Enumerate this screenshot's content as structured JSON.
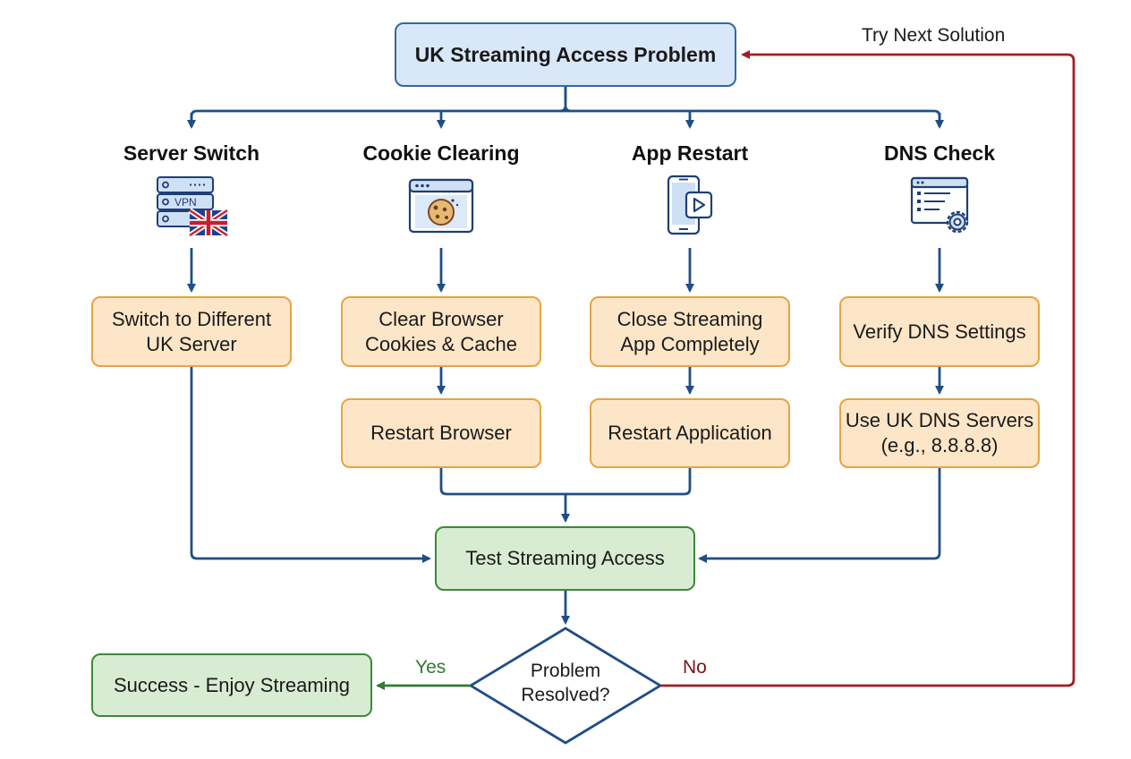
{
  "title": "UK Streaming Access Problem",
  "loop_label": "Try Next Solution",
  "branches": [
    {
      "heading": "Server Switch",
      "icon": "vpn-server-uk-flag-icon",
      "icon_text": "VPN",
      "steps": [
        [
          "Switch to Different",
          "UK Server"
        ]
      ]
    },
    {
      "heading": "Cookie Clearing",
      "icon": "browser-cookie-icon",
      "steps": [
        [
          "Clear Browser",
          "Cookies & Cache"
        ],
        [
          "Restart Browser"
        ]
      ]
    },
    {
      "heading": "App Restart",
      "icon": "mobile-play-icon",
      "steps": [
        [
          "Close Streaming",
          "App Completely"
        ],
        [
          "Restart Application"
        ]
      ]
    },
    {
      "heading": "DNS Check",
      "icon": "settings-list-gear-icon",
      "steps": [
        [
          "Verify DNS Settings"
        ],
        [
          "Use UK DNS Servers",
          "(e.g., 8.8.8.8)"
        ]
      ]
    }
  ],
  "test": "Test Streaming Access",
  "decision": [
    "Problem",
    "Resolved?"
  ],
  "yes_label": "Yes",
  "no_label": "No",
  "success": "Success - Enjoy Streaming",
  "colors": {
    "blue_line": "#1f4e86",
    "green_line": "#2e7d32",
    "red_line": "#a51c24",
    "step_fill": "#fde6c8",
    "step_border": "#e8a341",
    "title_fill": "#d9e8f8",
    "title_border": "#2f6aa8",
    "green_fill": "#d8ecd4",
    "green_border": "#3b8a36"
  }
}
